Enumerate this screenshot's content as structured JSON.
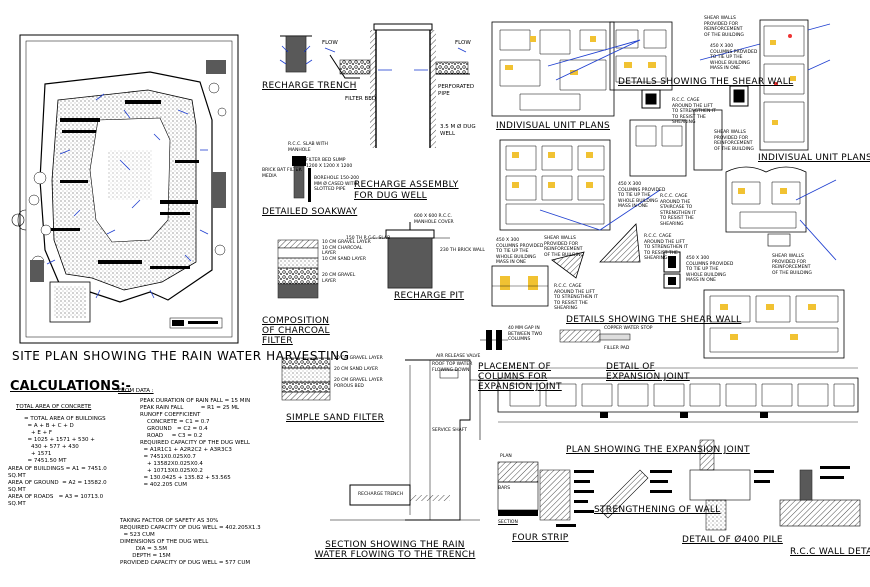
{
  "titles": {
    "site_plan": "SITE PLAN SHOWING THE RAIN WATER HARVESTING",
    "recharge_trench": "RECHARGE TRENCH",
    "filter_bed": "FILTER BED",
    "perforated_pipe": "PERFORATED PIPE",
    "dug_well": "3.5 M Ø DUG WELL",
    "recharge_assembly": "RECHARGE ASSEMBLY FOR DUG WELL",
    "detailed_soakway": "DETAILED SOAKWAY",
    "charcoal_filter": "COMPOSITION OF CHARCOAL FILTER",
    "recharge_pit": "RECHARGE PIT",
    "sand_filter": "SIMPLE SAND FILTER",
    "section_flow": "SECTION SHOWING THE RAIN WATER FLOWING TO THE TRENCH",
    "unit_plans_1": "INDIVISUAL UNIT PLANS",
    "unit_plans_2": "INDIVISUAL UNIT PLANS",
    "shear_wall_1": "DETAILS SHOWING THE SHEAR WALL",
    "shear_wall_2": "DETAILS SHOWING THE SHEAR WALL",
    "columns_expansion": "PLACEMENT OF COLUMNS FOR EXPANSION JOINT",
    "expansion_detail": "DETAIL OF EXPANSION JOINT",
    "plan_expansion": "PLAN SHOWING THE EXPANSION JOINT",
    "strengthening": "STRENGTHENING OF WALL",
    "four_strip": "FOUR STRIP",
    "pile_detail": "DETAIL OF Ø400 PILE",
    "rcc_wall": "R.C.C WALL DETAIL",
    "section": "SECTION",
    "plan": "PLAN"
  },
  "calculations": {
    "heading": "CALCULATIONS:-",
    "concrete_heading": "TOTAL AREA OF CONCRETE",
    "concrete_lines": "= TOTAL AREA OF BUILDINGS\n  = A + B + C + D\n    + E + F\n  = 1025 + 1571 + 530 +\n    430 + 577 + 430\n    + 1571\n  = 7451.50 MT",
    "areas": "AREA OF BUILDINGS = A1 = 7451.0\nSQ.MT\nAREA OF GROUND  = A2 = 13582.0\nSQ.MT\nAREA OF ROADS   = A3 = 10713.0\nSQ.MT",
    "from_data_heading": "FROM DATA :",
    "from_data": "PEAK DURATION OF RAIN FALL = 15 MIN\nPEAK RAIN FALL          = R1 = 25 ML\nRUNOFF COEFFICIENT\n    CONCRETE = C1 = 0.7\n    GROUND   = C2 = 0.4\n    ROAD     = C3 = 0.2\nREQUIRED CAPACITY OF THE DUG WELL\n  = A1R1C1 + A2R2C2 + A3R3C3\n  = 7451X0.025X0.7\n    + 13582X0.025X0.4\n    + 10713X0.025X0.2\n  = 130.0425 + 135.82 + 53.565\n  = 402.205 CUM",
    "safety": "TAKING FACTOR OF SAFETY AS 30%\nREQUIRED CAPACITY OF DUG WELL = 402.205X1.3\n  = 523 CUM\nDIMENSIONS OF THE DUG WELL\n         DIA = 3.5M\n       DEPTH = 15M\nPROVIDED CAPACITY OF DUG WELL = 577 CUM"
  },
  "notes": {
    "shear_walls_reinforced": "SHEAR WALLS\nPROVIDED FOR\nREINFORCEMENT\nOF THE BUILDING",
    "columns_lift": "450 X 300\nCOLUMNS PROVIDED\nTO TIE UP THE\nWHOLE BUILDING\nMASS IN ONE",
    "rcc_cage": "R.C.C. CAGE\nAROUND THE LIFT\nTO STRENGTHEN IT\nTO RESIST THE\nSHEARING",
    "rcc_cage_stair": "R.C.C. CAGE\nAROUND THE\nSTAIRCASE TO\nSTRENGTHEN IT\nTO RESIST THE\nSHEARING",
    "slab_manhole": "R.C.C. SLAB WITH\nMANHOLE",
    "filter_bed_sump": "FILTER BED SUMP\n1200 X 1200 X 1200",
    "borehole": "BOREHOLE 150-200\nMM Ø CASED WITH\nSLOTTED PIPE",
    "brick_bat": "BRICK BAT FILTER\nMEDIA",
    "pit_cover": "600 X 600 R.C.C.\nMANHOLE COVER",
    "rcc_top": "150 TH R.C.C. SLAB",
    "brick_wall": "230 TH BRICK WALL",
    "charcoal_layers": "10 CM GRAVEL LAYER\n10 CM CHARCOAL\nLAYER\n10 CM SAND LAYER\n\n\n20 CM GRAVEL\nLAYER",
    "sand_layers": "20 CM GRAVEL LAYER\n\n20 CM SAND LAYER\n\n20 CM GRAVEL LAYER\nPOROUS BED",
    "roof_top": "ROOF TOP WATER\nFLOWING DOWN",
    "air_release": "AIR RELEASE VALVE",
    "service_shaft": "SERVICE SHAFT",
    "recharge_trench_small": "RECHARGE TRENCH",
    "gap_columns": "40 MM GAP IN\nBETWEEN TWO\nCOLUMNS",
    "copper_water_stop": "COPPER WATER STOP",
    "filler_pad": "FILLER PAD",
    "bars": "BARS",
    "flow_label": "FLOW"
  }
}
